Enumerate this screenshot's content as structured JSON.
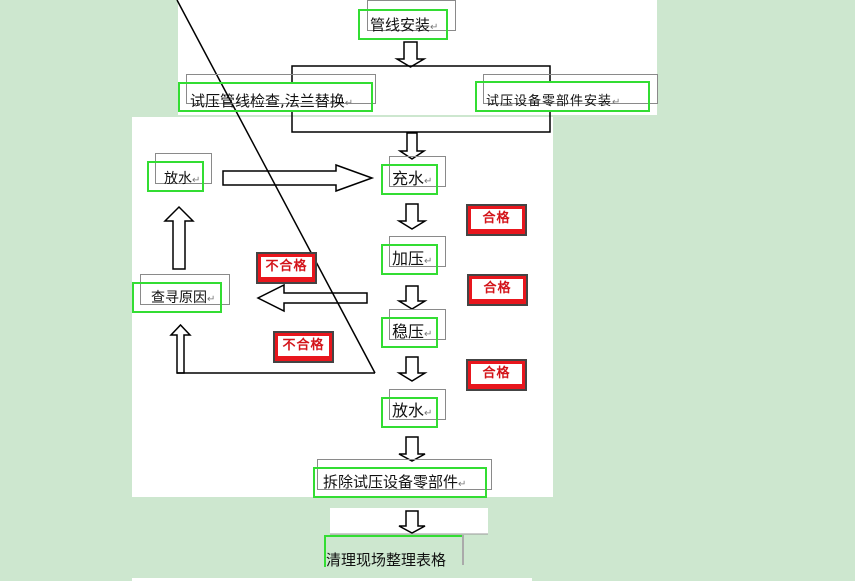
{
  "flowchart": {
    "steps": {
      "pipeline_install": "管线安装",
      "pressure_test_check": "试压管线检查,法兰替换",
      "equipment_install": "试压设备零部件安装",
      "fill_water": "充水",
      "pressurize": "加压",
      "stabilize": "稳压",
      "drain_water": "放水",
      "drain_water_left": "放水",
      "find_cause": "查寻原因",
      "remove_equipment": "拆除试压设备零部件",
      "cleanup": "清理现场整理表格"
    },
    "badges": {
      "pass_1": "合格",
      "pass_2": "合格",
      "pass_3": "合格",
      "fail_1": "不合格",
      "fail_2": "不合格"
    },
    "paragraph_mark": "↵"
  },
  "colors": {
    "background": "#cde7cf",
    "badge_red": "#e8161d",
    "highlight_green": "#33dd33"
  }
}
